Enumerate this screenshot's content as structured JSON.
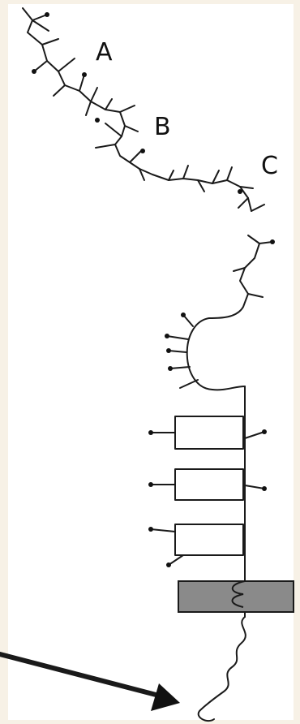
{
  "colors": {
    "background": "#f7f1e6",
    "panel": "#ffffff",
    "line": "#1a1a1a",
    "membrane": "#8a8a8a"
  },
  "labels": {
    "a": "A",
    "b": "B",
    "c": "C"
  },
  "icons": {
    "arrow": "arrow-icon"
  }
}
